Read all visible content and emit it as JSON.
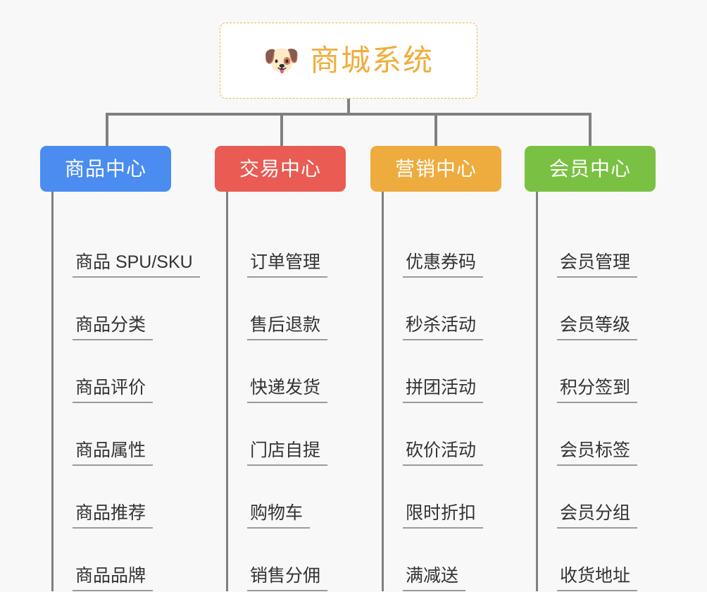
{
  "canvas": {
    "background": "#f8f8f8",
    "line_color": "#808080"
  },
  "root": {
    "icon": "dog-face-emoji",
    "icon_glyph": "🐶",
    "title": "商城系统",
    "text_color": "#f0ad3c",
    "border_color": "#f0b840",
    "background": "#ffffff"
  },
  "branches": [
    {
      "name": "product-center",
      "label": "商品中心",
      "color": "#4a8cf0",
      "items": [
        {
          "label": "商品 SPU/SKU"
        },
        {
          "label": "商品分类"
        },
        {
          "label": "商品评价"
        },
        {
          "label": "商品属性"
        },
        {
          "label": "商品推荐"
        },
        {
          "label": "商品品牌"
        }
      ]
    },
    {
      "name": "trade-center",
      "label": "交易中心",
      "color": "#e95b53",
      "items": [
        {
          "label": "订单管理"
        },
        {
          "label": "售后退款"
        },
        {
          "label": "快递发货"
        },
        {
          "label": "门店自提"
        },
        {
          "label": "购物车"
        },
        {
          "label": "销售分佣"
        }
      ]
    },
    {
      "name": "marketing-center",
      "label": "营销中心",
      "color": "#eeab3e",
      "items": [
        {
          "label": "优惠券码"
        },
        {
          "label": "秒杀活动"
        },
        {
          "label": "拼团活动"
        },
        {
          "label": "砍价活动"
        },
        {
          "label": "限时折扣"
        },
        {
          "label": "满减送"
        }
      ]
    },
    {
      "name": "member-center",
      "label": "会员中心",
      "color": "#7ac143",
      "items": [
        {
          "label": "会员管理"
        },
        {
          "label": "会员等级"
        },
        {
          "label": "积分签到"
        },
        {
          "label": "会员标签"
        },
        {
          "label": "会员分组"
        },
        {
          "label": "收货地址"
        }
      ]
    }
  ]
}
